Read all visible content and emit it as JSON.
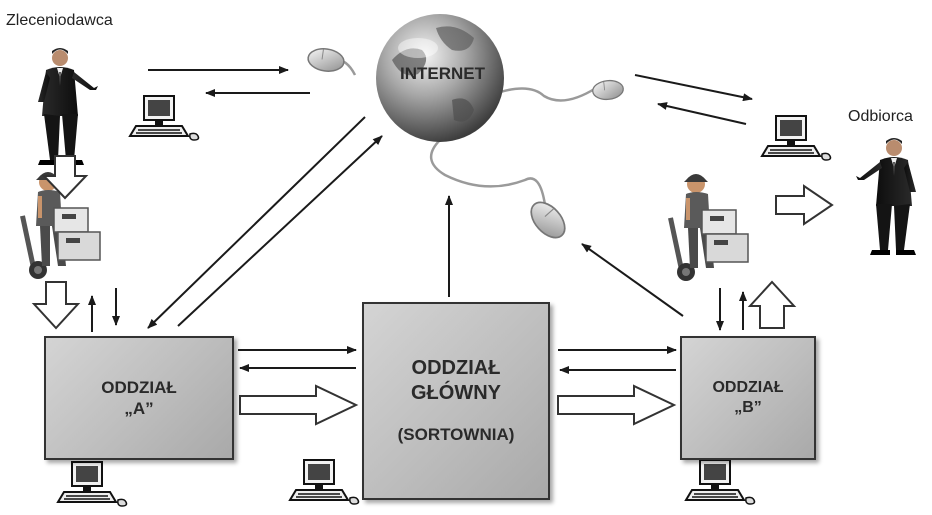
{
  "labels": {
    "sender": "Zleceniodawca",
    "recipient": "Odbiorca",
    "internet": "INTERNET"
  },
  "branches": {
    "a": {
      "line1": "ODDZIAŁ",
      "line2": "„A”"
    },
    "main": {
      "line1": "ODDZIAŁ",
      "line2": "GŁÓWNY",
      "line3": "(SORTOWNIA)"
    },
    "b": {
      "line1": "ODDZIAŁ",
      "line2": "„B”"
    }
  },
  "icons": [
    "businessman-icon",
    "courier-with-hand-truck-icon",
    "computer-icon",
    "globe-icon",
    "computer-mouse-icon",
    "arrow-icon",
    "hollow-arrow-icon"
  ],
  "colors": {
    "box_fill": "#c4c4c4",
    "box_border": "#333333",
    "arrow": "#1a1a1a",
    "globe": "#6f6f6f"
  }
}
